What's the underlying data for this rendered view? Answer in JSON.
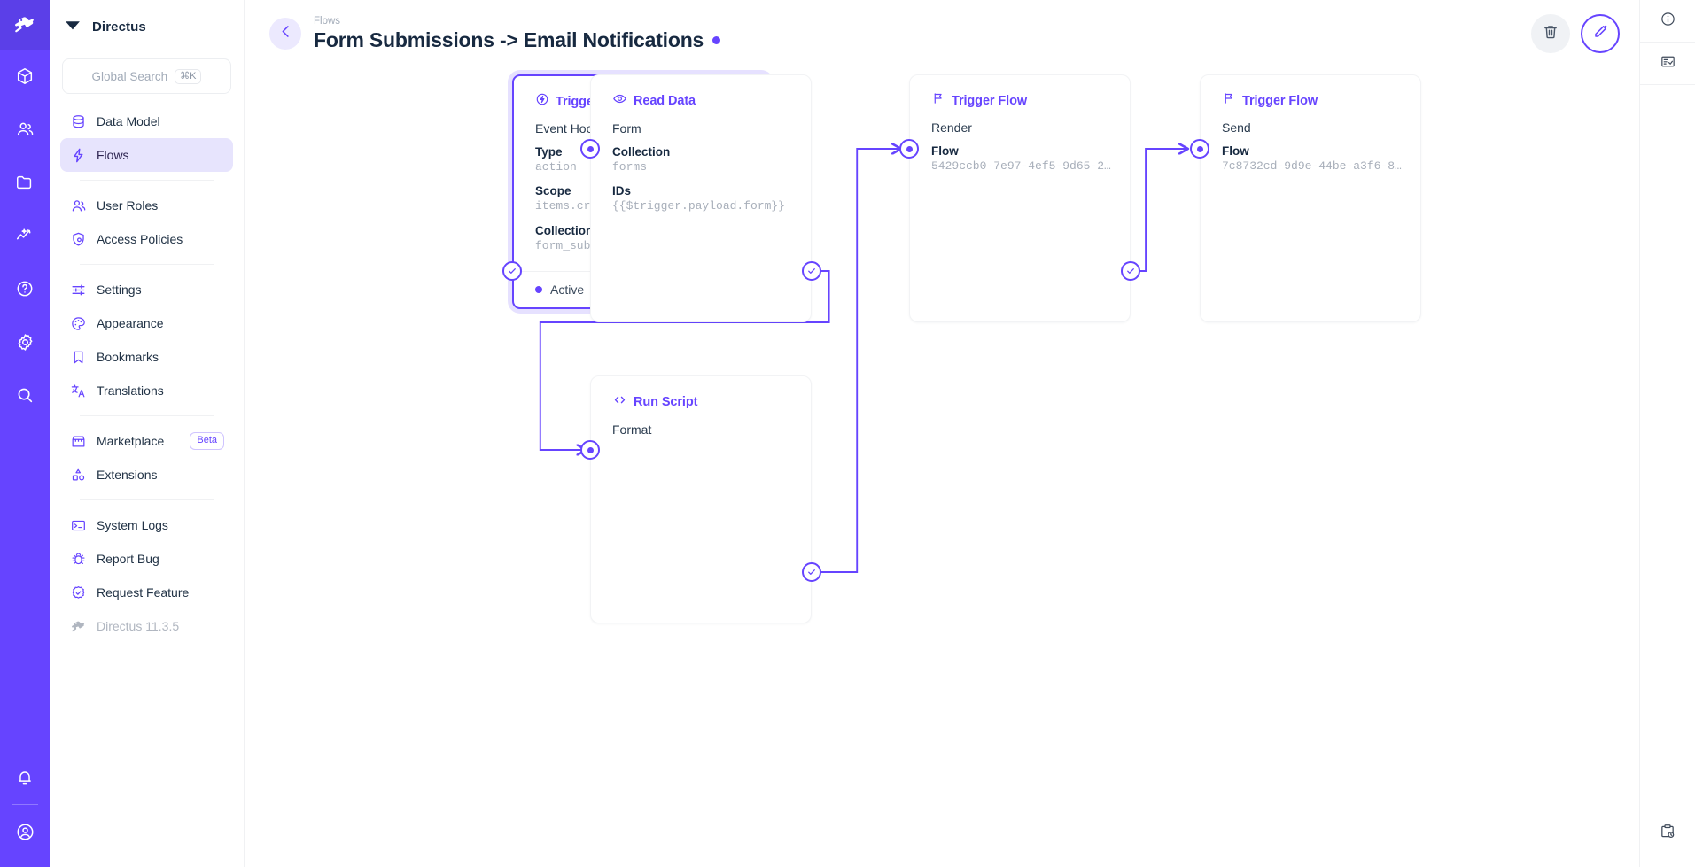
{
  "app": {
    "brand": "Directus",
    "version_label": "Directus 11.3.5"
  },
  "search": {
    "placeholder": "Global Search",
    "shortcut": "⌘K"
  },
  "sidebar": {
    "items": [
      {
        "label": "Data Model",
        "icon": "database-icon",
        "active": false
      },
      {
        "label": "Flows",
        "icon": "bolt-icon",
        "active": true
      },
      {
        "label": "User Roles",
        "icon": "people-icon",
        "active": false
      },
      {
        "label": "Access Policies",
        "icon": "shield-lock-icon",
        "active": false
      },
      {
        "label": "Settings",
        "icon": "sliders-icon",
        "active": false
      },
      {
        "label": "Appearance",
        "icon": "palette-icon",
        "active": false
      },
      {
        "label": "Bookmarks",
        "icon": "bookmark-icon",
        "active": false
      },
      {
        "label": "Translations",
        "icon": "translate-icon",
        "active": false
      },
      {
        "label": "Marketplace",
        "icon": "store-icon",
        "active": false,
        "badge": "Beta"
      },
      {
        "label": "Extensions",
        "icon": "shapes-icon",
        "active": false
      },
      {
        "label": "System Logs",
        "icon": "terminal-icon",
        "active": false
      },
      {
        "label": "Report Bug",
        "icon": "bug-icon",
        "active": false
      },
      {
        "label": "Request Feature",
        "icon": "check-seal-icon",
        "active": false
      },
      {
        "label": "Directus 11.3.5",
        "icon": "rabbit-icon",
        "active": false,
        "muted": true
      }
    ]
  },
  "header": {
    "breadcrumb": "Flows",
    "title": "Form Submissions -> Email Notifications",
    "status_dot_color": "#6644ff",
    "back_label": "Back",
    "delete_label": "Delete Flow",
    "edit_label": "Edit Flow"
  },
  "flow": {
    "nodes": [
      {
        "id": "trigger",
        "kind": "trigger",
        "title": "Trigger",
        "icon": "trigger-bolt-circle-icon",
        "subtitle": "Event Hook",
        "fields": [
          {
            "key": "Type",
            "value": "action"
          },
          {
            "key": "Scope",
            "value": "items.create"
          },
          {
            "key": "Collections",
            "value": "form_submissions"
          }
        ],
        "status": "Active"
      },
      {
        "id": "read-data",
        "kind": "operation",
        "title": "Read Data",
        "icon": "eye-icon",
        "subtitle": "Form",
        "fields": [
          {
            "key": "Collection",
            "value": "forms"
          },
          {
            "key": "IDs",
            "value": "{{$trigger.payload.form}}"
          }
        ]
      },
      {
        "id": "run-script",
        "kind": "operation",
        "title": "Run Script",
        "icon": "code-icon",
        "subtitle": "Format",
        "fields": []
      },
      {
        "id": "trigger-flow-render",
        "kind": "operation",
        "title": "Trigger Flow",
        "icon": "flag-icon",
        "subtitle": "Render",
        "fields": [
          {
            "key": "Flow",
            "value": "5429ccb0-7e97-4ef5-9d65-2b…"
          }
        ]
      },
      {
        "id": "trigger-flow-send",
        "kind": "operation",
        "title": "Trigger Flow",
        "icon": "flag-icon",
        "subtitle": "Send",
        "fields": [
          {
            "key": "Flow",
            "value": "7c8732cd-9d9e-44be-a3f6-89…"
          }
        ]
      }
    ],
    "colors": {
      "accent": "#6644ff",
      "edge": "#6644ff",
      "card_border": "#f2f3f5"
    }
  },
  "right_rail": {
    "items": [
      {
        "label": "Info",
        "icon": "info-circle-icon"
      },
      {
        "label": "Logs",
        "icon": "list-check-icon"
      },
      {
        "label": "Notifications Drawer",
        "icon": "clipboard-clock-icon"
      }
    ]
  },
  "rail": {
    "items": [
      {
        "label": "Directus Logo",
        "icon": "rabbit-logo-icon"
      },
      {
        "label": "Content",
        "icon": "box-icon"
      },
      {
        "label": "User Directory",
        "icon": "people-icon"
      },
      {
        "label": "File Library",
        "icon": "folder-icon"
      },
      {
        "label": "Insights",
        "icon": "analytics-icon"
      },
      {
        "label": "Documentation",
        "icon": "question-circle-icon"
      },
      {
        "label": "Settings",
        "icon": "gear-icon"
      },
      {
        "label": "Search",
        "icon": "search-icon"
      },
      {
        "label": "Notifications",
        "icon": "bell-icon"
      },
      {
        "label": "Account",
        "icon": "user-circle-icon"
      }
    ]
  }
}
